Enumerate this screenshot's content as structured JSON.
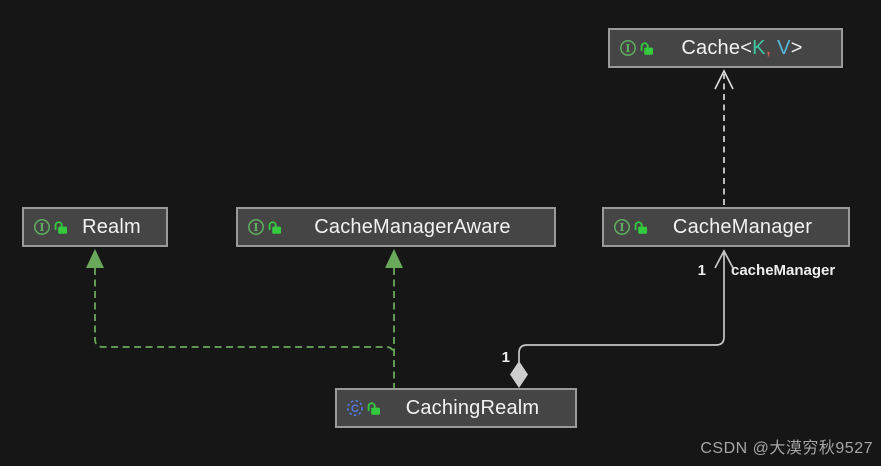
{
  "diagram": {
    "nodes": {
      "cache": {
        "kind": "interface",
        "name_prefix": "Cache<",
        "type_param_1": "K",
        "separator": ", ",
        "type_param_2": "V",
        "name_suffix": ">"
      },
      "realm": {
        "kind": "interface",
        "name": "Realm"
      },
      "cacheManagerAware": {
        "kind": "interface",
        "name": "CacheManagerAware"
      },
      "cacheManager": {
        "kind": "interface",
        "name": "CacheManager"
      },
      "cachingRealm": {
        "kind": "class",
        "name": "CachingRealm"
      }
    },
    "edges": {
      "aggregation": {
        "source_multiplicity": "1",
        "target_multiplicity": "1",
        "label": "cacheManager"
      }
    }
  },
  "watermark": "CSDN @大漠穷秋9527",
  "colors": {
    "canvas_bg": "#161616",
    "node_bg": "#454545",
    "node_border": "#9a9a9a",
    "node_text": "#f2f2f2",
    "interface_icon_green": "#5fae5f",
    "lock_icon_green": "#35cb3f",
    "class_icon_blue": "#5378e0",
    "generic_k_teal": "#3ec9a2",
    "generic_comma_orange": "#d6604a",
    "generic_v_cyan": "#56b8d8",
    "realization_green": "#6aa95c",
    "association_gray": "#c6c6c6",
    "dependency_gray": "#d9d9d9",
    "edge_label_text": "#eeeeee",
    "watermark_gray": "#a6a6a6"
  }
}
